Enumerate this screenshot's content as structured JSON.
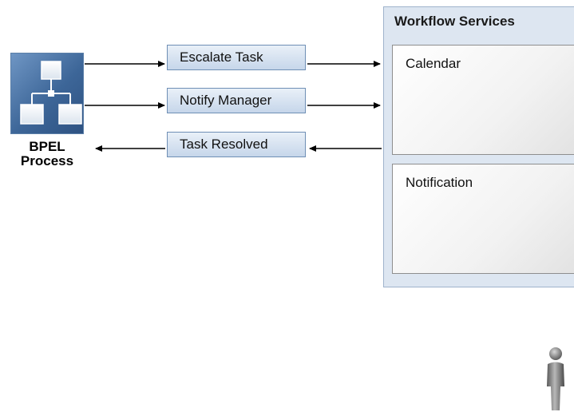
{
  "bpel": {
    "label_line1": "BPEL",
    "label_line2": "Process"
  },
  "messages": [
    {
      "label": "Escalate Task"
    },
    {
      "label": "Notify Manager"
    },
    {
      "label": "Task Resolved"
    }
  ],
  "workflow": {
    "title": "Workflow Services",
    "services": [
      {
        "label": "Calendar"
      },
      {
        "label": "Notification"
      }
    ]
  },
  "colors": {
    "message_fill_top": "#e9f0f8",
    "message_fill_bottom": "#c6d6ea",
    "message_border": "#6f8fb5",
    "workflow_panel": "#dde6f1",
    "bpel_icon_blue": "#3d6698",
    "arrow": "#000000"
  },
  "icons": {
    "bpel": "process-flow-icon",
    "user": "person-icon"
  }
}
